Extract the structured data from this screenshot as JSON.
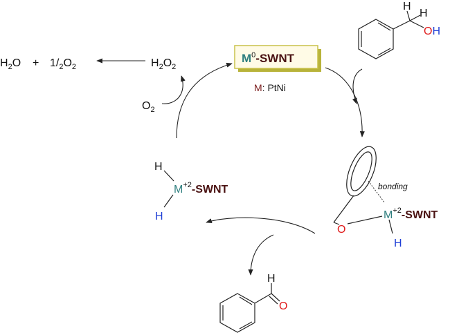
{
  "catalyst": {
    "metal": "M",
    "oxidation": "0",
    "support": "-SWNT",
    "note_prefix": "M",
    "note_value": ": PtNi"
  },
  "byproduct": {
    "h": "H",
    "two": "2",
    "o": "O",
    "plus": "+",
    "half": "1/",
    "half_den": "2",
    "oxygen": "O",
    "oxygen_sub": "2"
  },
  "peroxide": {
    "h": "H",
    "h_sub": "2",
    "o": "O",
    "o_sub": "2"
  },
  "oxygen_in": {
    "o": "O",
    "sub": "2"
  },
  "substrate": {
    "h1": "H",
    "h2": "H",
    "oh_o": "O",
    "oh_h": "H"
  },
  "intermediate": {
    "bonding": "bonding",
    "o": "O",
    "metal": "M",
    "charge": "+2",
    "support": "-SWNT",
    "h": "H"
  },
  "hydride": {
    "h_top": "H",
    "metal": "M",
    "charge": "+2",
    "support": "-SWNT",
    "h_bottom": "H"
  },
  "product": {
    "h": "H",
    "o": "O"
  },
  "colors": {
    "metal": "#2f7f7f",
    "oxygen": "#e01b1b",
    "hydrogen": "#1f3fd6",
    "support": "#4a1212",
    "box_fill": "#fffbe6",
    "box_border": "#c8c24a"
  }
}
